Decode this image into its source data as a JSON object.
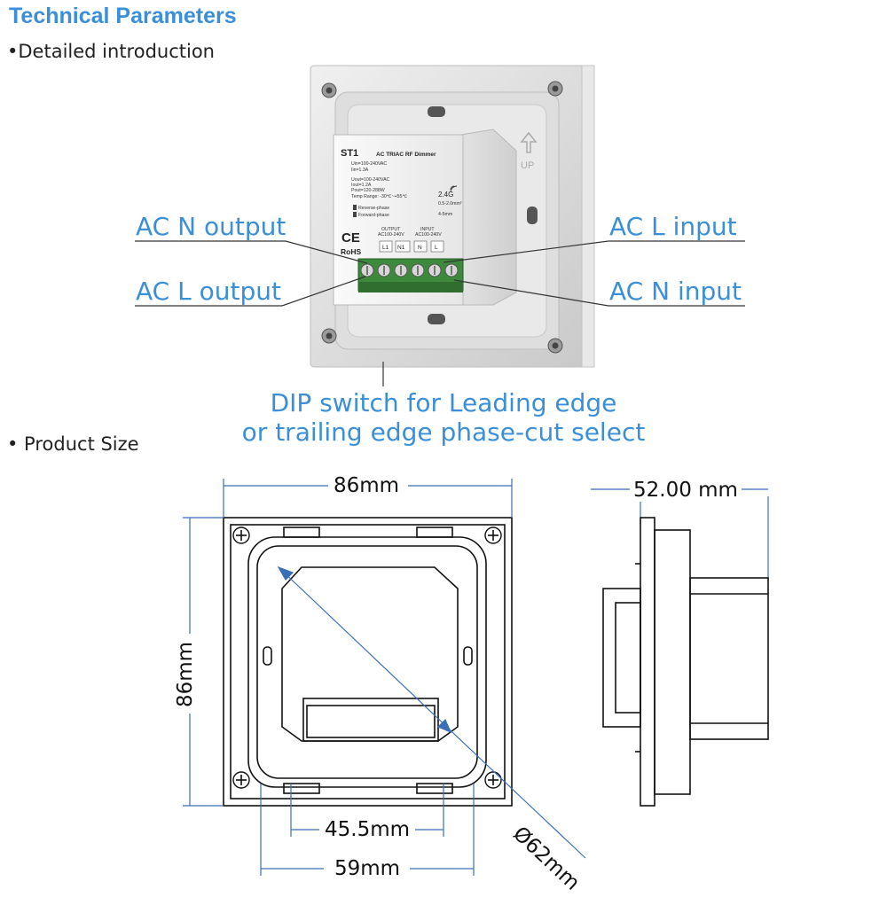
{
  "header": {
    "title": "Technical Parameters"
  },
  "sections": {
    "intro": "•Detailed introduction",
    "size": "• Product Size"
  },
  "device_label": {
    "model": "ST1",
    "name": "AC TRIAC RF Dimmer",
    "specs": [
      "Uin=100-240VAC",
      "Iin=1.3A",
      "Uout=100-240VAC",
      "Iout=1.2A",
      "Pout=120-288W",
      "Temp Range: -30℃~+55℃"
    ],
    "rf": "2.4G",
    "wire_size": "0.5-2.0mm²",
    "strip": "4-5mm",
    "reverse_phase": "Reverse-phase",
    "forward_phase": "Forward-phase",
    "ce": "CE",
    "rohs": "RoHS",
    "output_title": "OUTPUT",
    "output_range": "AC100-240V",
    "input_title": "INPUT",
    "input_range": "AC100-240V",
    "terminals": [
      "L1",
      "N1",
      "N",
      "L"
    ],
    "up_arrow_label": "UP"
  },
  "callouts": {
    "ac_n_output": "AC N output",
    "ac_l_output": "AC L output",
    "ac_l_input": "AC L input",
    "ac_n_input": "AC N input",
    "dip_line1": "DIP switch for Leading edge",
    "dip_line2": "or trailing edge phase-cut select"
  },
  "dimensions": {
    "width_top": "86mm",
    "height_left": "86mm",
    "depth": "52.00 mm",
    "inner_width": "45.5mm",
    "outer_width": "59mm",
    "diameter": "Ø62mm"
  },
  "colors": {
    "accent": "#3a8fd8",
    "terminal_green": "#3d8a3d",
    "panel_gray": "#d8d8d8"
  }
}
